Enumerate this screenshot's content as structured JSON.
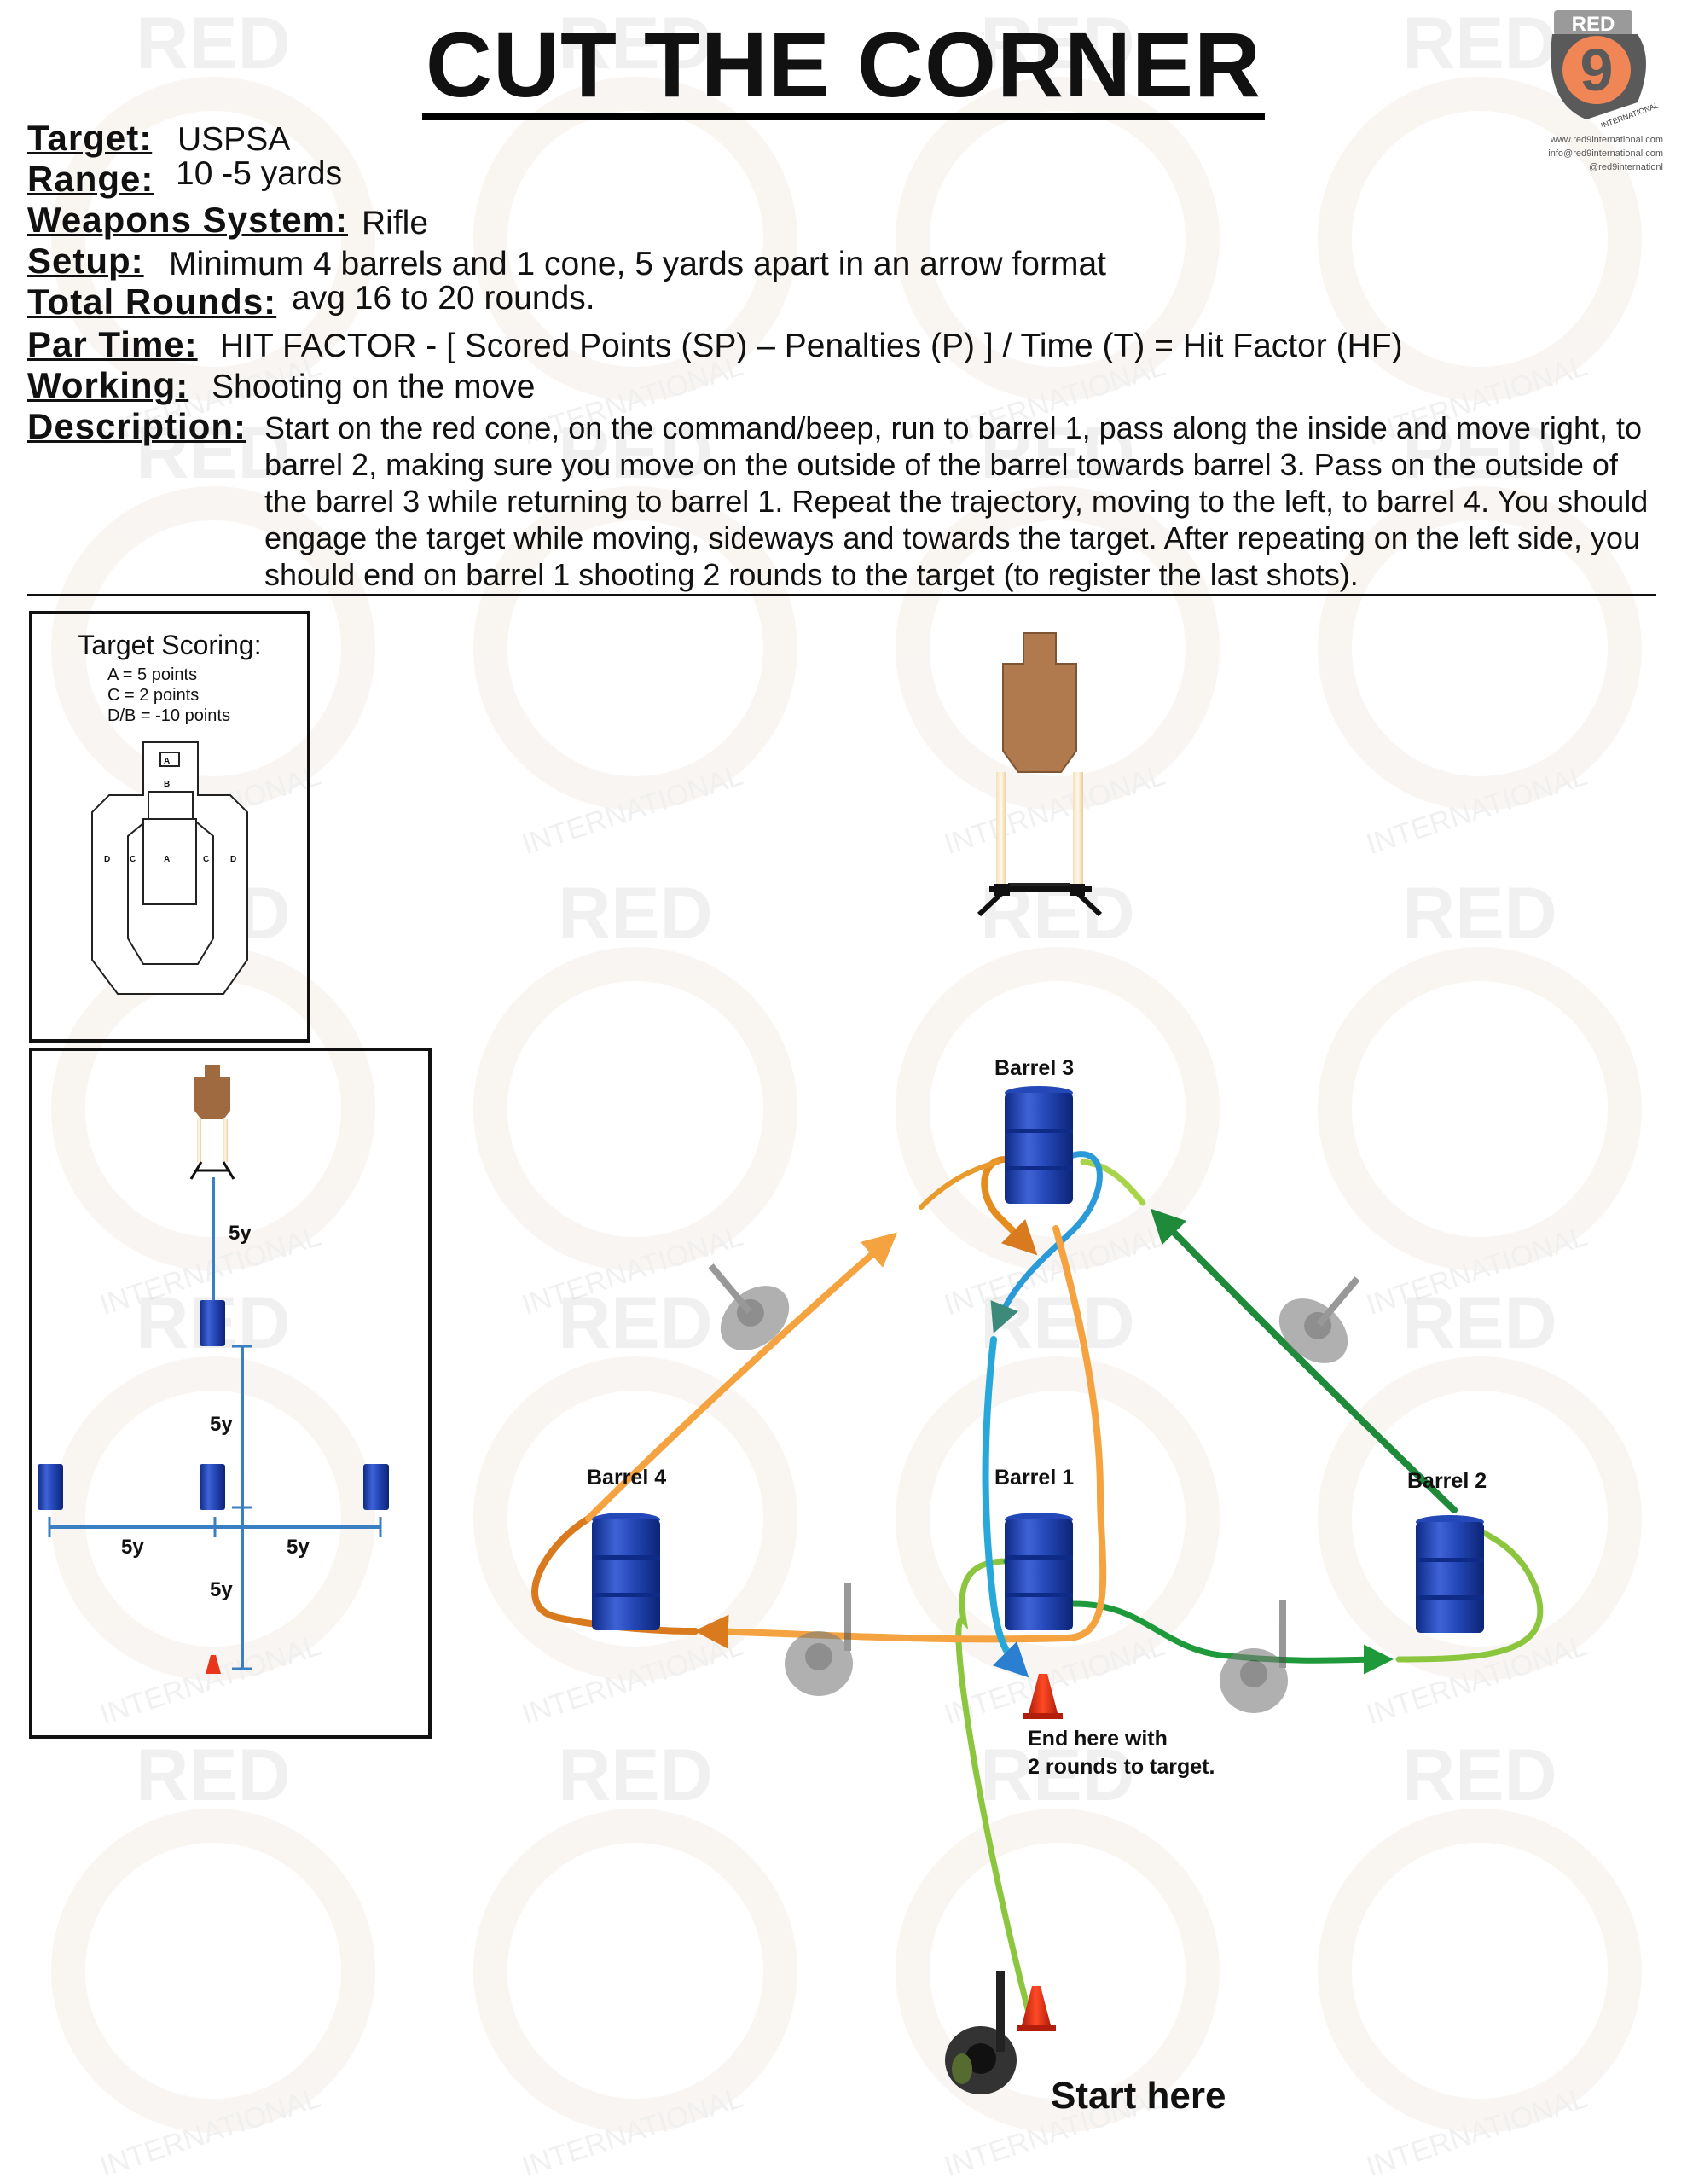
{
  "title": "CUT THE CORNER",
  "fields": [
    {
      "label": "Target:",
      "value": "USPSA"
    },
    {
      "label": "Range:",
      "value": "10 -5 yards"
    },
    {
      "label": "Weapons System:",
      "value": "Rifle"
    },
    {
      "label": "Setup:",
      "value": "Minimum 4 barrels and 1 cone, 5 yards apart in an arrow format"
    },
    {
      "label": "Total Rounds:",
      "value": "avg 16 to 20 rounds."
    },
    {
      "label": "Par Time:",
      "value": "HIT FACTOR - [ Scored Points (SP) – Penalties (P) ] / Time (T) = Hit Factor (HF)"
    },
    {
      "label": "Working:",
      "value": "Shooting on the move"
    },
    {
      "label": "Description:",
      "value": ""
    }
  ],
  "description": "Start on the red cone, on the command/beep, run to barrel 1, pass along the inside and move right, to barrel 2, making sure you move on the outside of the barrel towards barrel 3. Pass on the outside of the barrel 3 while returning to barrel 1. Repeat the trajectory, moving to the left, to barrel 4. You should engage the target while moving, sideways and towards the target. After repeating on the left side, you should end on barrel 1 shooting 2 rounds to the target (to register the last shots).",
  "logo": {
    "word": "RED",
    "digit": "9",
    "sub": "INTERNATIONAL",
    "contact": [
      "www.red9international.com",
      "info@red9international.com",
      "@red9internationl"
    ]
  },
  "watermark": {
    "word": "RED",
    "sub": "INTERNATIONAL"
  },
  "scoring": {
    "title": "Target Scoring:",
    "lines": [
      "A = 5 points",
      "C = 2 points",
      "D/B = -10 points"
    ],
    "zones": {
      "a": "A",
      "b": "B",
      "c": "C",
      "d": "D"
    }
  },
  "layout": {
    "distance": "5y"
  },
  "barrels": {
    "b1": "Barrel 1",
    "b2": "Barrel 2",
    "b3": "Barrel 3",
    "b4": "Barrel 4"
  },
  "end_note": [
    "End here with",
    "2 rounds to target."
  ],
  "start_label": "Start here",
  "colors": {
    "barrel": "#1f3fae",
    "cone": "#e8361c",
    "target": "#b07a4e",
    "path_green": "#8cc63f",
    "path_dark_green": "#1e8a3a",
    "path_orange": "#f4a340",
    "path_dark_orange": "#d97a1f",
    "path_blue": "#28a8d8",
    "layout_line": "#3a7fc2"
  }
}
